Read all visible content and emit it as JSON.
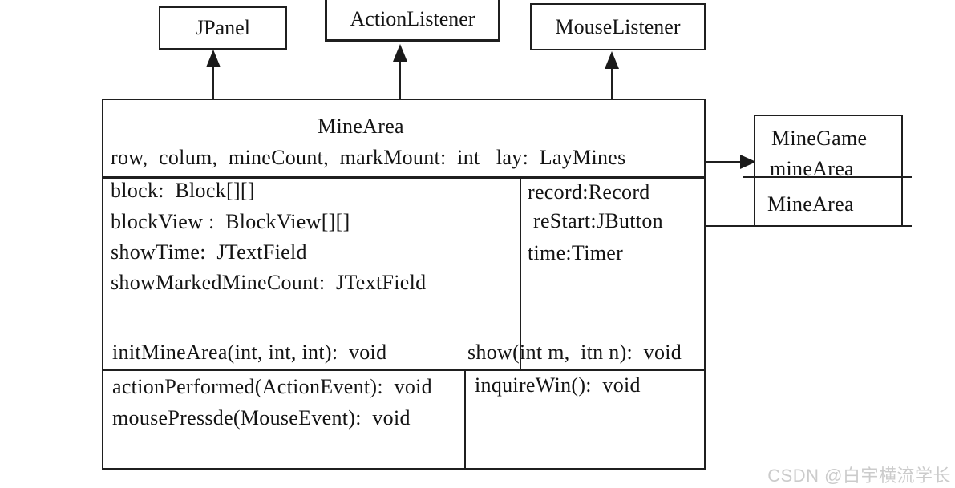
{
  "classes": {
    "jpanel": {
      "name": "JPanel"
    },
    "action_listener": {
      "name": "ActionListener"
    },
    "mouse_listener": {
      "name": "MouseListener"
    },
    "mine_area": {
      "name": "MineArea",
      "fields_header": "row,  colum,  mineCount,  markMount:  int   lay:  LayMines",
      "attributes_left": [
        "block:  Block[][]",
        "blockView :  BlockView[][]",
        "showTime:  JTextField",
        "showMarkedMineCount:  JTextField"
      ],
      "attributes_right": [
        "record:Record",
        "reStart:JButton",
        "time:Timer"
      ],
      "init_method": "initMineArea(int, int, int):  void",
      "show_method": "show(int m,  itn n):  void",
      "methods_left": [
        "actionPerformed(ActionEvent):  void",
        "mousePressde(MouseEvent):  void"
      ],
      "methods_right": [
        "inquireWin():  void"
      ]
    },
    "mine_game": {
      "name": "MineGame",
      "field": "mineArea",
      "type": "MineArea"
    }
  },
  "watermark": "CSDN @白宇横流学长"
}
